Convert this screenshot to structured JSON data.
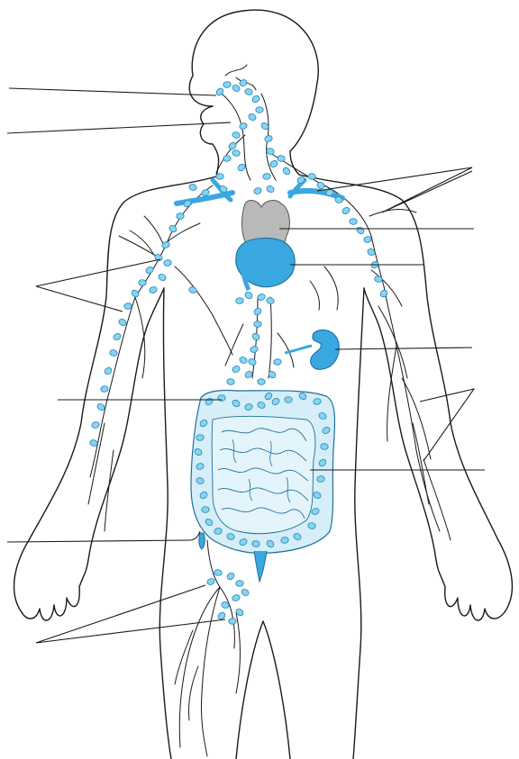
{
  "diagram": {
    "labels": [],
    "colors": {
      "lymph": "#8ad3f0",
      "lymph_stroke": "#2a8fc0",
      "organ_blue": "#3aa8e0",
      "thymus_gray": "#b9b9b9",
      "intestine": "#d6eef8",
      "outline": "#1a1a1a"
    },
    "parts": [
      "tonsils",
      "cervical-lymph-nodes",
      "thymus",
      "heart",
      "axillary-lymph-nodes",
      "spleen",
      "lymphatic-vessels",
      "small-intestine",
      "large-intestine",
      "appendix",
      "inguinal-lymph-nodes"
    ]
  }
}
